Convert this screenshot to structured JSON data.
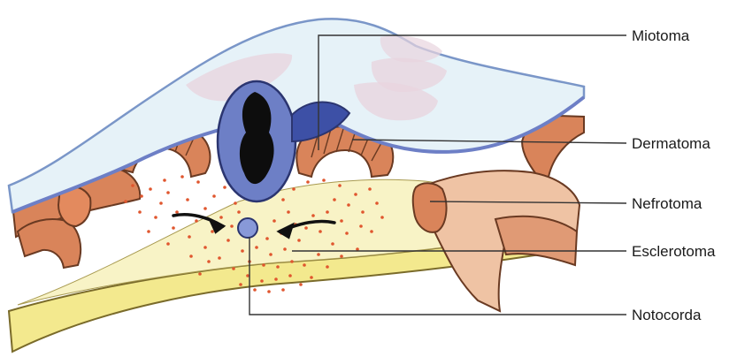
{
  "labels": {
    "miotoma": "Miotoma",
    "dermatoma": "Dermatoma",
    "nefrotoma": "Nefrotoma",
    "esclerotoma": "Esclerotoma",
    "notocorda": "Notocorda"
  },
  "colors": {
    "ectoderm": "#dfeef6",
    "ectoderm_edge": "#7a96c8",
    "neural_tube": "#6d7fc6",
    "mesoderm": "#d9845a",
    "mesoderm_light": "#efc8ad",
    "endoderm": "#f6efb0",
    "sclerotome_cells": "#e0562e",
    "leader_line": "#333333"
  }
}
